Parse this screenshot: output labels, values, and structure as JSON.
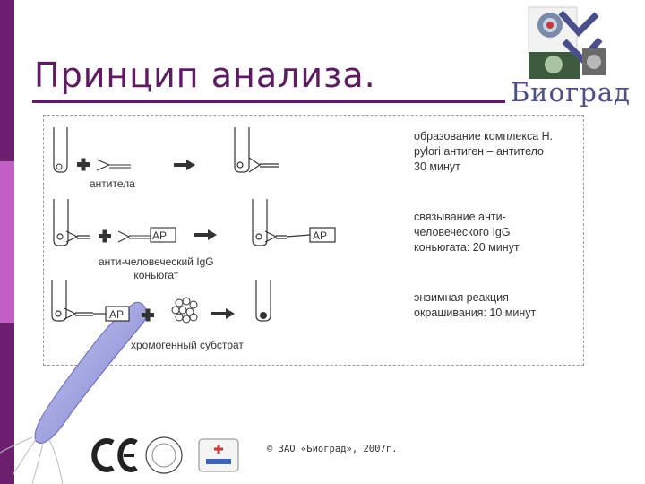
{
  "title": "Принцип анализа.",
  "brand": {
    "name": "Биоград"
  },
  "labels": {
    "antibodies": "антитела",
    "conjugate": "анти-человеческий IgG\nконьюгат",
    "substrate": "хромогенный субстрат",
    "ap": "AP"
  },
  "steps": [
    {
      "text": "образование комплекса H.\npylori антиген – антитело\n30 минут"
    },
    {
      "text": "связывание анти-\nчеловеческого IgG\nконьюгата: 20 минут"
    },
    {
      "text": "энзимная реакция\nокрашивания: 10 минут"
    }
  ],
  "footer": {
    "copyright": "© ЗАО «Биоград», 2007г."
  },
  "colors": {
    "accent": "#5e1a63",
    "sidebar_light": "#c25fc4",
    "bacterium": "#8d8fd6"
  }
}
